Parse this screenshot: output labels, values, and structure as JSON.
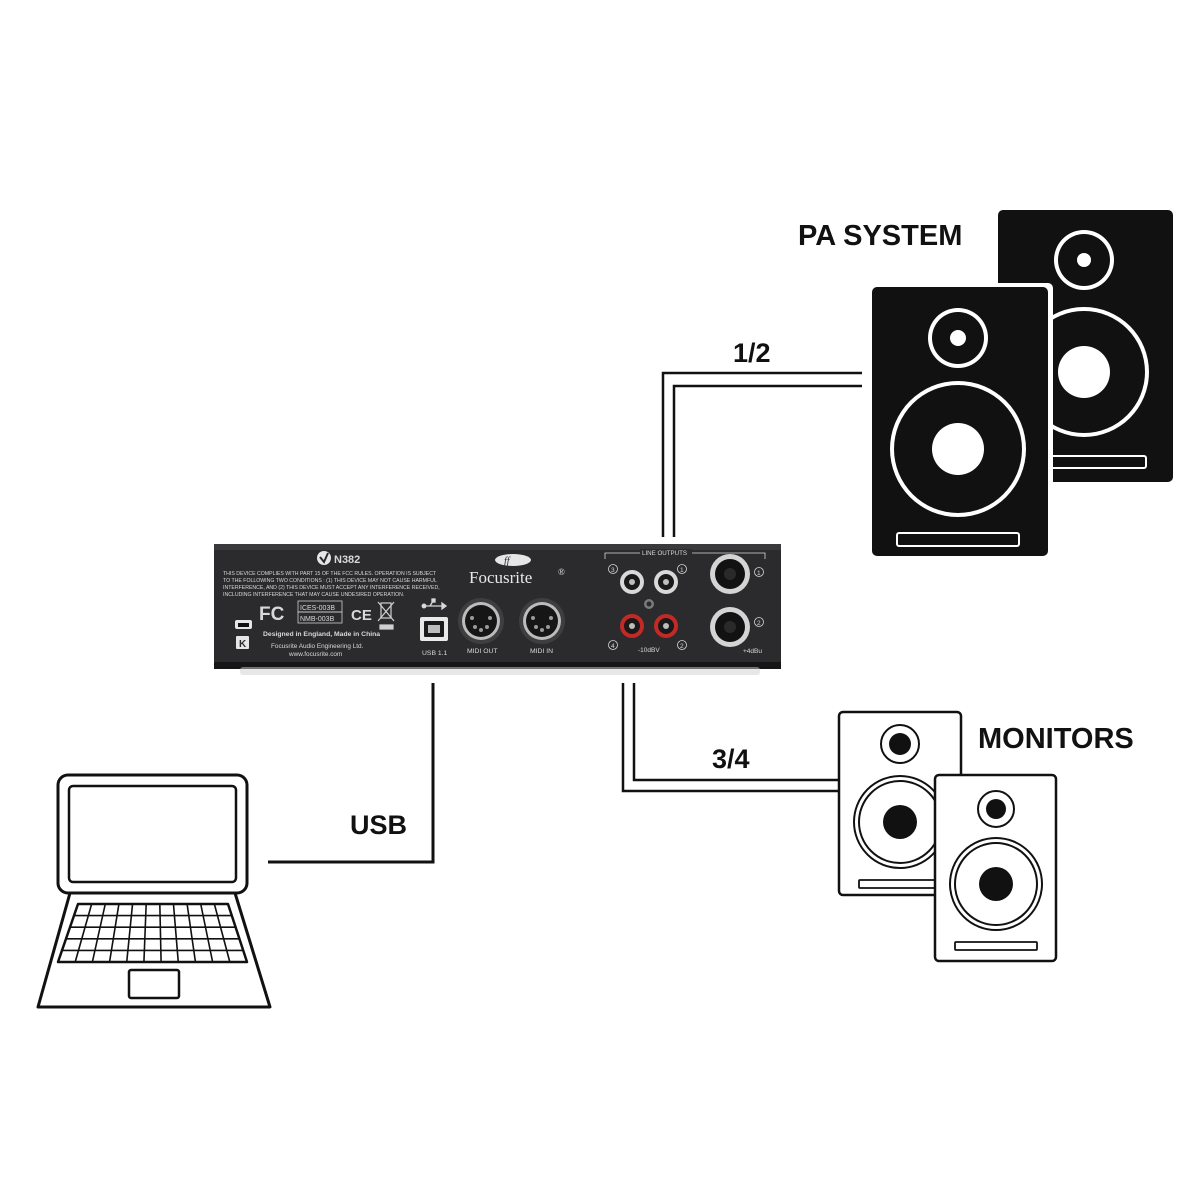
{
  "labels": {
    "pa_system": "PA SYSTEM",
    "monitors": "MONITORS",
    "out_12": "1/2",
    "out_34": "3/4",
    "usb": "USB"
  },
  "device": {
    "brand": "Focusrite",
    "registered": "®",
    "model": "N382",
    "fcc_text": [
      "THIS DEVICE COMPLIES WITH PART 15 OF THE FCC RULES. OPERATION IS SUBJECT",
      "TO THE FOLLOWING TWO CONDITIONS : (1) THIS DEVICE MAY NOT CAUSE HARMFUL",
      "INTERFERENCE, AND (2) THIS DEVICE MUST ACCEPT ANY INTERFERENCE RECEIVED,",
      "INCLUDING INTERFERENCE THAT MAY CAUSE UNDESIRED OPERATION."
    ],
    "fcc_mark": "FC",
    "ce_mark": "CE",
    "ices": "ICES-003B",
    "nmb": "NMB-003B",
    "designed": "Designed in England, Made in China",
    "company": "Focusrite Audio Engineering Ltd.",
    "website": "www.focusrite.com",
    "usb_port": "USB 1.1",
    "midi_out": "MIDI OUT",
    "midi_in": "MIDI IN",
    "line_outputs": "LINE OUTPUTS",
    "minus10": "-10dBV",
    "plus4": "+4dBu",
    "ch1": "1",
    "ch2": "2",
    "ch3": "3",
    "ch4": "4"
  },
  "colors": {
    "ink": "#111111",
    "panel": "#2a2a2c",
    "rca_red": "#c42a25"
  }
}
